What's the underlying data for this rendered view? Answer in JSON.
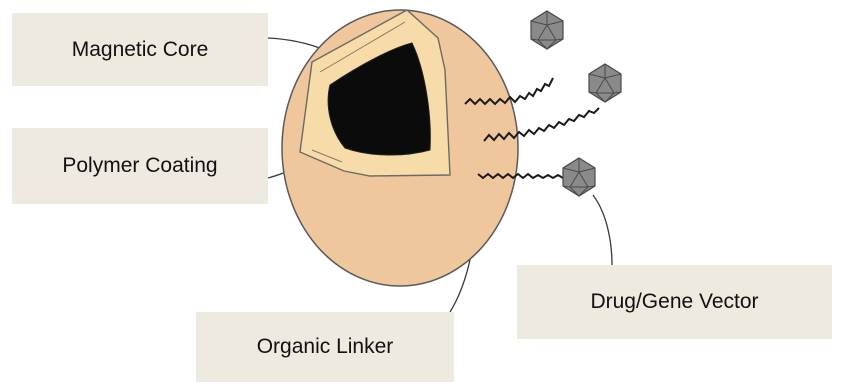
{
  "labels": {
    "magnetic_core": "Magnetic Core",
    "polymer_coating": "Polymer Coating",
    "organic_linker": "Organic Linker",
    "drug_gene_vector": "Drug/Gene Vector"
  },
  "colors": {
    "label_background": "#eeeadf",
    "particle_fill": "#f0c79c",
    "coating_fill": "#f7dcaa",
    "core_fill": "#0b0b0b",
    "outline": "#5a5a5a",
    "vector_fill": "#8a8a8a",
    "leader_line": "#3a3a3a"
  },
  "icons": {
    "vector": "icosahedron-virus-icon",
    "linker": "zigzag-chain-icon"
  }
}
